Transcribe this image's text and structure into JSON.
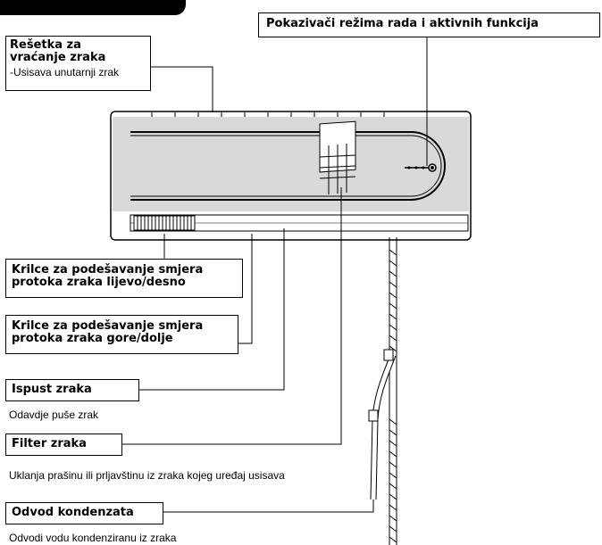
{
  "labels": {
    "indicators": "Pokazivači režima rada i aktivnih funkcija",
    "return_grille_title_1": "Rešetka za",
    "return_grille_title_2": "vraćanje zraka",
    "return_grille_desc": "-Usisava unutarnji zrak",
    "louver_lr_1": "Krilce za podešavanje smjera",
    "louver_lr_2": "protoka zraka lijevo/desno",
    "louver_ud_1": "Krilce za podešavanje smjera",
    "louver_ud_2": "protoka zraka gore/dolje",
    "outlet_title": "Ispust zraka",
    "outlet_desc": "Odavdje puše zrak",
    "filter_title": "Filter zraka",
    "filter_desc": "Uklanja prašinu ili prljavštinu iz zraka kojeg uređaj usisava",
    "drain_title": "Odvod kondenzata",
    "drain_desc": "Odvodi vodu kondenziranu iz zraka"
  },
  "colors": {
    "unit_panel": "#d9d9d9",
    "line": "#000000"
  }
}
